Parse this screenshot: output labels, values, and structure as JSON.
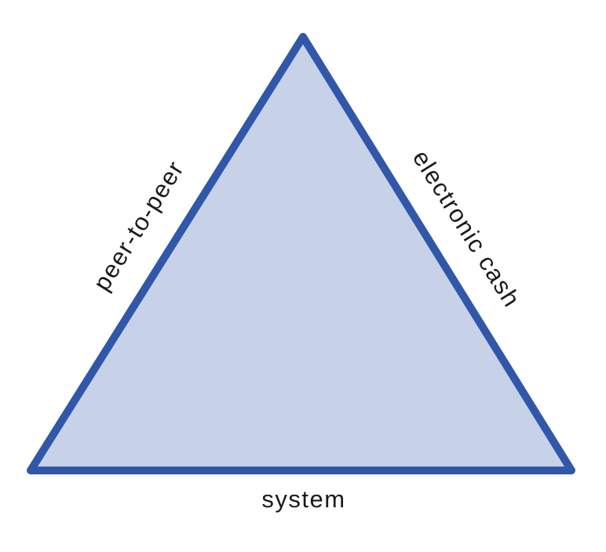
{
  "diagram": {
    "type": "labeled-triangle",
    "labels": {
      "left_edge": "peer-to-peer",
      "right_edge": "electronic cash",
      "bottom_edge": "system"
    },
    "colors": {
      "fill": "#c7d1e8",
      "stroke": "#3157a8",
      "text": "#1a1a1a",
      "background": "#ffffff"
    }
  }
}
